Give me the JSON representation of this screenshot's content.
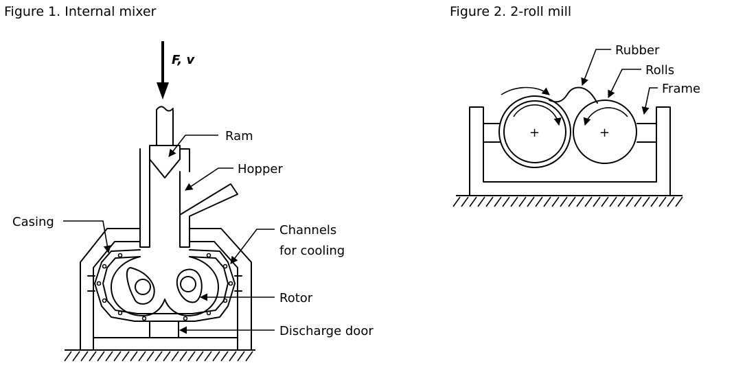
{
  "figure1": {
    "title": "Figure 1. Internal mixer",
    "force_label": "F, v",
    "labels": {
      "ram": "Ram",
      "hopper": "Hopper",
      "casing": "Casing",
      "channels_line1": "Channels",
      "channels_line2": "for cooling",
      "rotor": "Rotor",
      "discharge_door": "Discharge door"
    }
  },
  "figure2": {
    "title": "Figure 2. 2-roll mill",
    "labels": {
      "rubber": "Rubber",
      "rolls": "Rolls",
      "frame": "Frame"
    },
    "roll_center_symbol": "+"
  }
}
